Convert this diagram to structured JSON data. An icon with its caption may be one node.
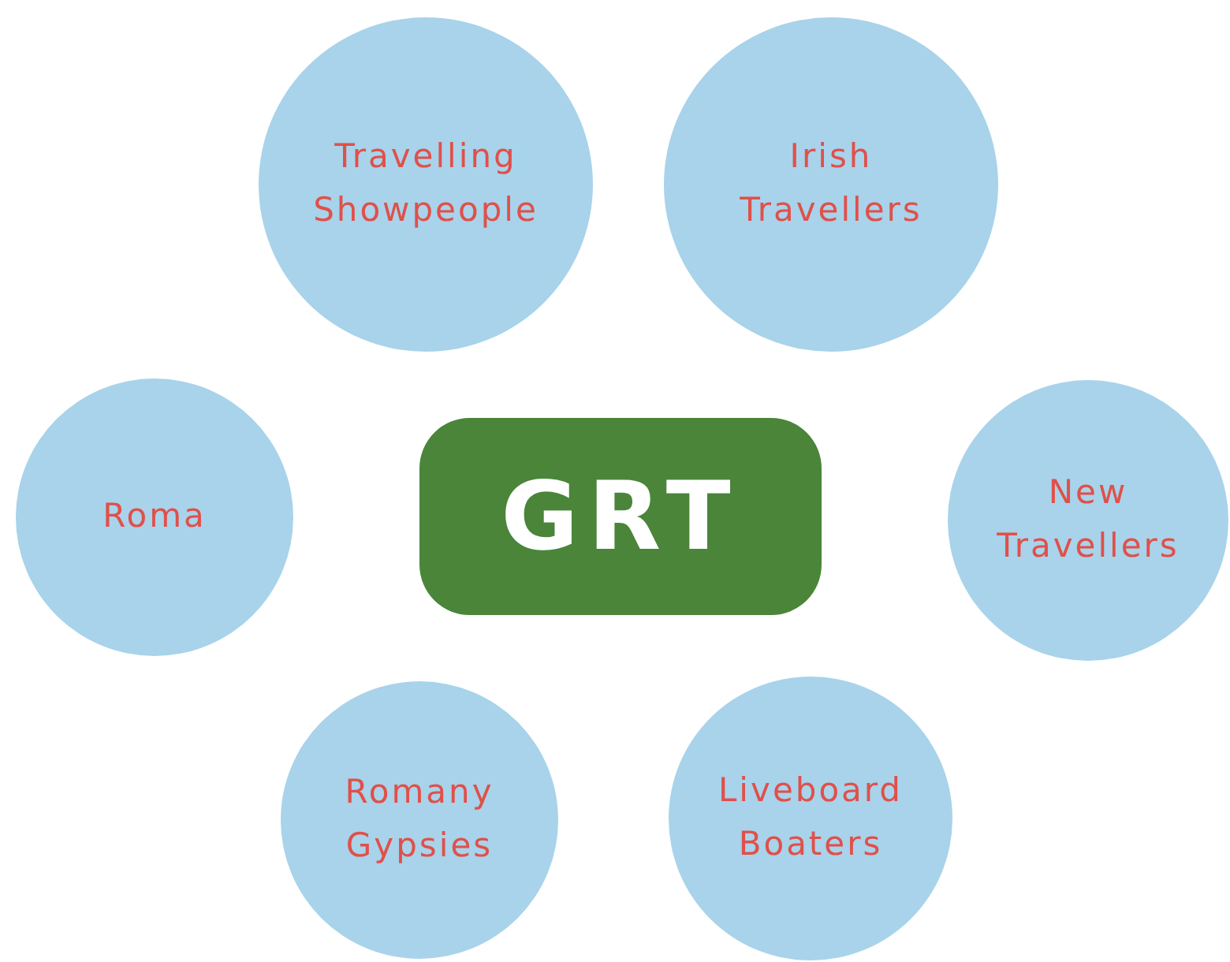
{
  "diagram": {
    "nodes": [
      {
        "text": [
          "Travelling Showpeople"
        ]
      },
      {
        "text": [
          "Irish Travellers"
        ]
      },
      {
        "text": [
          "Roma"
        ]
      },
      {
        "text": [
          "GRT"
        ]
      },
      {
        "text": [
          "New Travellers"
        ]
      },
      {
        "text": [
          "Romany Gypsies"
        ]
      },
      {
        "text": [
          "Liveboard Boaters"
        ]
      }
    ]
  }
}
